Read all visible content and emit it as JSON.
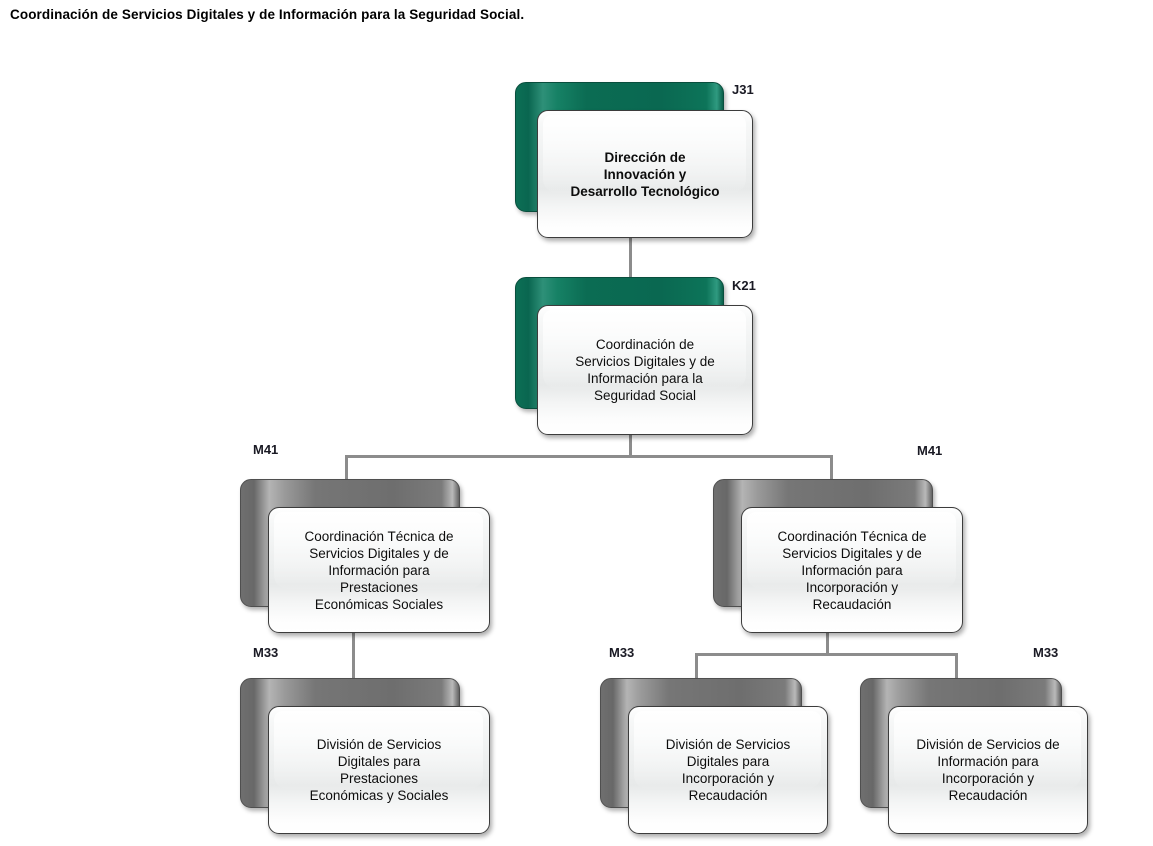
{
  "page": {
    "title": "Coordinación de Servicios Digitales y de Información para la Seguridad Social."
  },
  "theme": {
    "green": "#0a6b52",
    "grey": "#6e6e6e",
    "connector": "#8c8c8c",
    "card_border": "#3c3c3c",
    "text": "#0d0d0d"
  },
  "chart_data": {
    "type": "diagram",
    "subtype": "org-chart",
    "title": "Coordinación de Servicios Digitales y de Información para la Seguridad Social.",
    "nodes": [
      {
        "id": "n1",
        "code": "J31",
        "label": "Dirección de\nInnovación y\nDesarrollo Tecnológico",
        "accent": "green",
        "level": 0,
        "parent": null
      },
      {
        "id": "n2",
        "code": "K21",
        "label": "Coordinación de\nServicios Digitales y de\nInformación para la\nSeguridad Social",
        "accent": "green",
        "level": 1,
        "parent": "n1"
      },
      {
        "id": "n3",
        "code": "M41",
        "label": "Coordinación Técnica de\nServicios Digitales y de\nInformación para\nPrestaciones\nEconómicas Sociales",
        "accent": "grey",
        "level": 2,
        "parent": "n2"
      },
      {
        "id": "n4",
        "code": "M41",
        "label": "Coordinación Técnica de\nServicios Digitales y de\nInformación para\nIncorporación y\nRecaudación",
        "accent": "grey",
        "level": 2,
        "parent": "n2"
      },
      {
        "id": "n5",
        "code": "M33",
        "label": "División de Servicios\nDigitales para\nPrestaciones\nEconómicas y Sociales",
        "accent": "grey",
        "level": 3,
        "parent": "n3"
      },
      {
        "id": "n6",
        "code": "M33",
        "label": "División de Servicios\nDigitales para\nIncorporación y\nRecaudación",
        "accent": "grey",
        "level": 3,
        "parent": "n4"
      },
      {
        "id": "n7",
        "code": "M33",
        "label": "División de Servicios de\nInformación para\nIncorporación y\nRecaudación",
        "accent": "grey",
        "level": 3,
        "parent": "n4"
      }
    ]
  }
}
